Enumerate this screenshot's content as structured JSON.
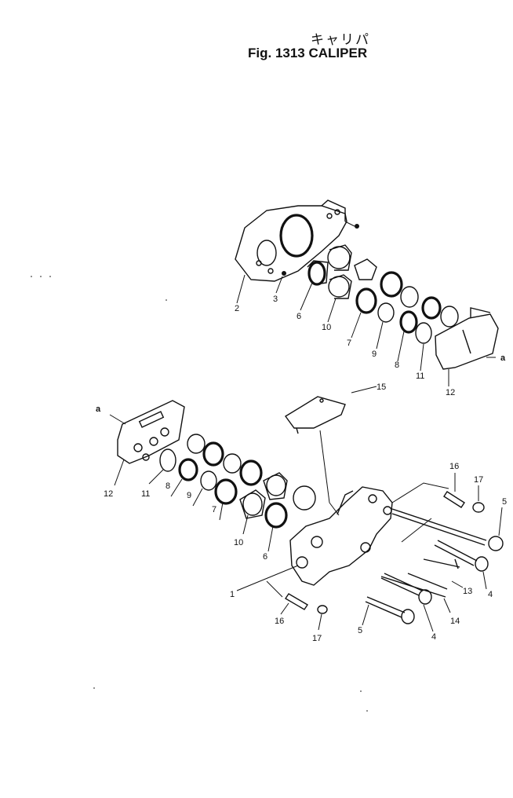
{
  "title_jp": "キャリパ",
  "title": "Fig. 1313  CALIPER",
  "labels": {
    "upper": [
      "2",
      "3",
      "6",
      "10",
      "7",
      "9",
      "8",
      "11",
      "12",
      "a"
    ],
    "lower": [
      "a",
      "12",
      "11",
      "8",
      "9",
      "7",
      "10",
      "6",
      "1",
      "15",
      "16",
      "17",
      "5",
      "4",
      "13",
      "14",
      "16",
      "17",
      "5",
      "4"
    ]
  }
}
